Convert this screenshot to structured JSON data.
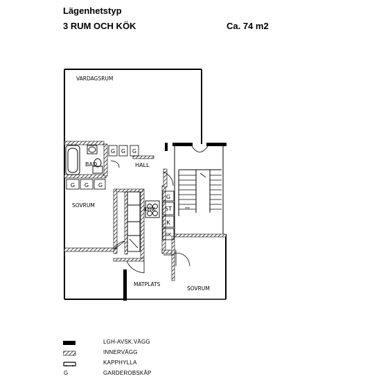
{
  "header": {
    "title": "Lägenhetstyp",
    "type": "3 RUM OCH KÖK",
    "area": "Ca. 74 m2"
  },
  "rooms": {
    "vardagsrum": "VARDAGSRUM",
    "bad": "BAD",
    "hall": "HALL",
    "sovrum1": "SOVRUM",
    "kok": "KÖK",
    "matplats": "MATPLATS",
    "sovrum2": "SOVRUM"
  },
  "fixtures": {
    "closet": "G",
    "stove": "ST",
    "fridge": "K",
    "sink_cabinet": "SK"
  },
  "legend": [
    {
      "symbol": "solid-wall",
      "label": "LGH-AVSK.VÄGG"
    },
    {
      "symbol": "hatched-wall",
      "label": "INNERVÄGG"
    },
    {
      "symbol": "shelf",
      "label": "KAPPHYLLA"
    },
    {
      "symbol": "letter-g",
      "label": "GARDEROBSKÅP",
      "glyph": "G"
    }
  ]
}
